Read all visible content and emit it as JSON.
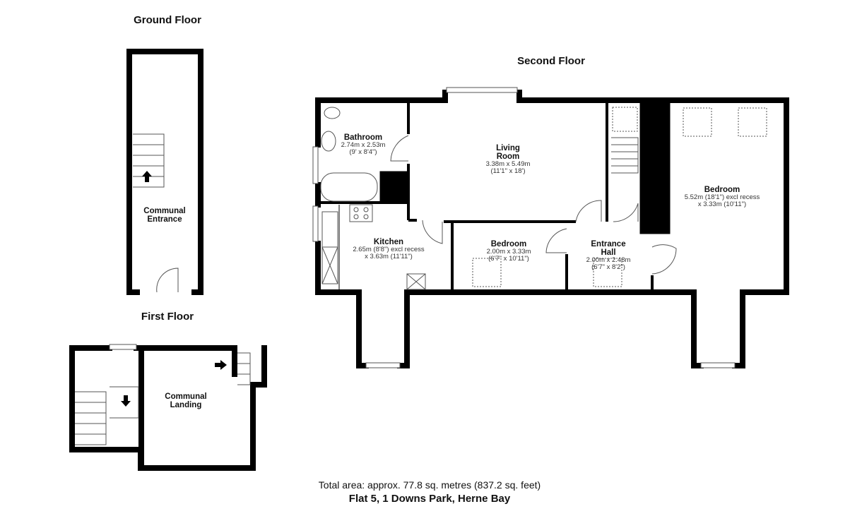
{
  "floors": {
    "ground": "Ground Floor",
    "first": "First Floor",
    "second": "Second Floor"
  },
  "rooms": {
    "communal_entrance": {
      "name": "Communal Entrance"
    },
    "communal_landing": {
      "name": "Communal Landing"
    },
    "bathroom": {
      "name": "Bathroom",
      "dim1": "2.74m x 2.53m",
      "dim2": "(9' x 8'4\")"
    },
    "living_room": {
      "name1": "Living",
      "name2": "Room",
      "dim1": "3.38m x 5.49m",
      "dim2": "(11'1\" x 18')"
    },
    "kitchen": {
      "name": "Kitchen",
      "dim1": "2.65m (8'8\") excl recess",
      "dim2": "x 3.63m (11'11\")"
    },
    "bedroom2": {
      "name": "Bedroom",
      "dim1": "2.00m x 3.33m",
      "dim2": "(6'7\" x 10'11\")"
    },
    "entrance_hall": {
      "name1": "Entrance",
      "name2": "Hall",
      "dim1": "2.00m x 2.48m",
      "dim2": "(6'7\" x 8'2\")"
    },
    "bedroom1": {
      "name": "Bedroom",
      "dim1": "5.52m (18'1\") excl recess",
      "dim2": "x 3.33m (10'11\")"
    }
  },
  "footer": {
    "area": "Total area: approx. 77.8 sq. metres (837.2 sq. feet)",
    "address": "Flat 5, 1 Downs Park, Herne Bay"
  }
}
